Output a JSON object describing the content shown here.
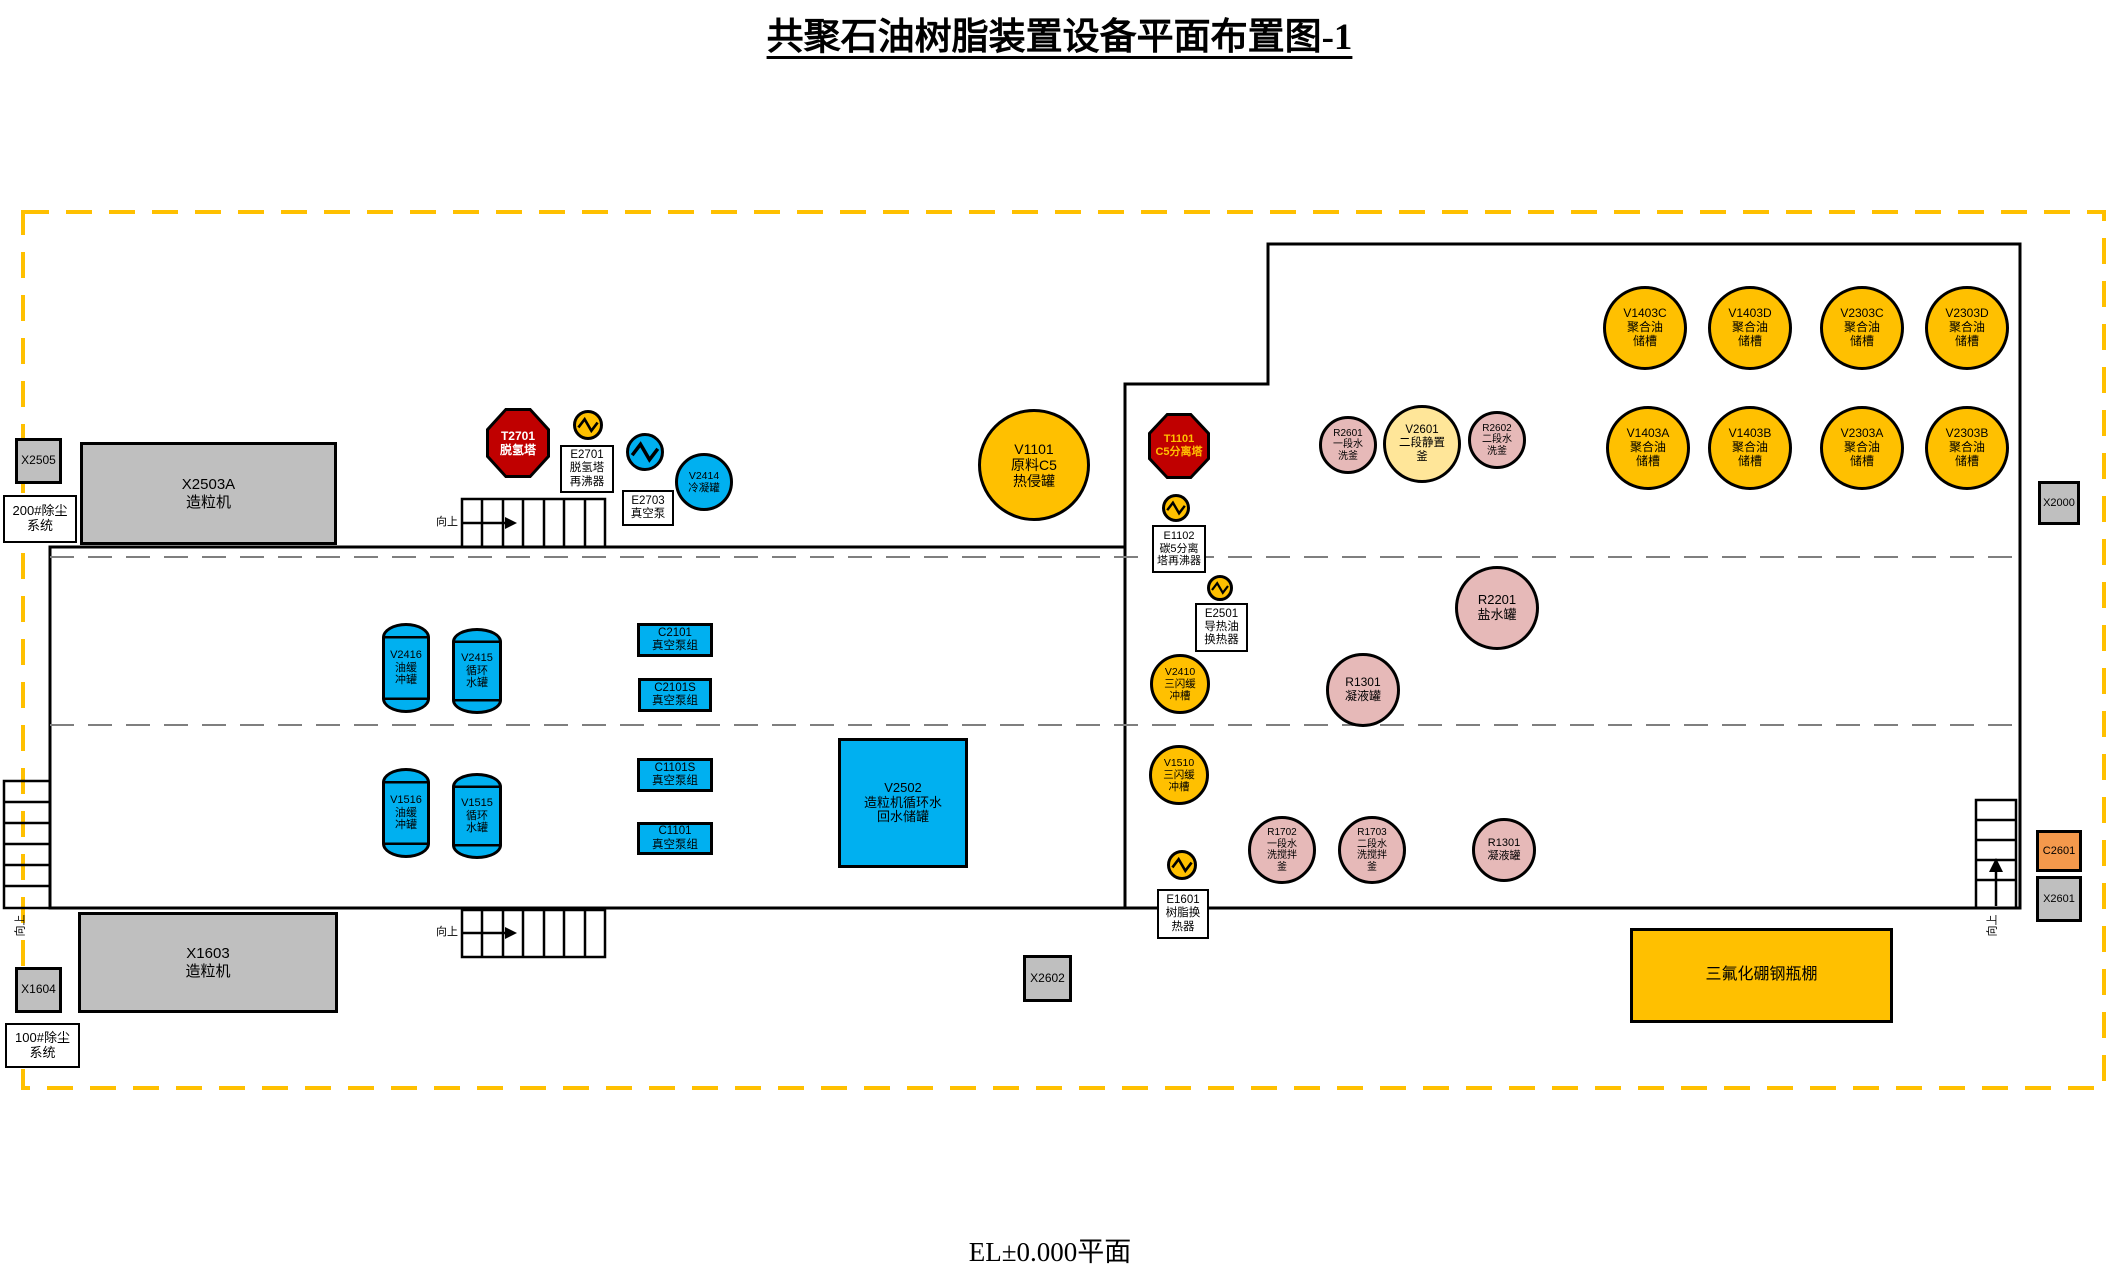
{
  "title": "共聚石油树脂装置设备平面布置图-1",
  "footer": "EL±0.000平面",
  "nav": {
    "up": "向上"
  },
  "colors": {
    "boundary_yellow": "#FFC000",
    "equipment_yellow": "#FFC000",
    "equipment_blue": "#00B0F0",
    "tower_red": "#C00000",
    "vessel_pink": "#E6B9B8",
    "vessel_cream": "#FFE699",
    "box_gray": "#BFBFBF",
    "box_orange": "#F4994C"
  },
  "labels": {
    "t2701": "T2701\n脱氢塔",
    "t1101": "T1101\nC5分离塔",
    "e2701": "E2701\n脱氢塔\n再沸器",
    "e2703": "E2703\n真空泵",
    "e1102": "E1102\n碳5分离\n塔再沸器",
    "e2501": "E2501\n导热油\n换热器",
    "e1601": "E1601\n树脂换\n热器",
    "v2414": "V2414\n冷凝罐",
    "v1101": "V1101\n原料C5\n热侵罐",
    "v2410": "V2410\n三闪缓\n冲槽",
    "v1510": "V1510\n三闪缓\n冲槽",
    "v1403c": "V1403C\n聚合油\n储槽",
    "v1403d": "V1403D\n聚合油\n储槽",
    "v2303c": "V2303C\n聚合油\n储槽",
    "v2303d": "V2303D\n聚合油\n储槽",
    "v1403a": "V1403A\n聚合油\n储槽",
    "v1403b": "V1403B\n聚合油\n储槽",
    "v2303a": "V2303A\n聚合油\n储槽",
    "v2303b": "V2303B\n聚合油\n储槽",
    "r2601": "R2601\n一段水\n洗釜",
    "v2601": "V2601\n二段静置\n釜",
    "r2602": "R2602\n二段水\n洗釜",
    "r2201": "R2201\n盐水罐",
    "r1301_mid": "R1301\n凝液罐",
    "r1702": "R1702\n一段水\n洗搅拌\n釜",
    "r1703": "R1703\n二段水\n洗搅拌\n釜",
    "r1301_bot": "R1301\n凝液罐",
    "v2416": "V2416\n油缓\n冲罐",
    "v2415": "V2415\n循环\n水罐",
    "v1516": "V1516\n油缓\n冲罐",
    "v1515": "V1515\n循环\n水罐",
    "c2101": "C2101\n真空泵组",
    "c2101s": "C2101S\n真空泵组",
    "c1101s": "C1101S\n真空泵组",
    "c1101": "C1101\n真空泵组",
    "v2502": "V2502\n造粒机循环水\n回水储罐",
    "x2505": "X2505",
    "x2503a": "X2503A\n造粒机",
    "x1604": "X1604",
    "x1603": "X1603\n造粒机",
    "x2602": "X2602",
    "x2000": "X2000",
    "c2601": "C2601",
    "x2601": "X2601",
    "bf3_shed": "三氟化硼钢瓶棚",
    "dust200": "200#除尘\n系统",
    "dust100": "100#除尘\n系统"
  }
}
